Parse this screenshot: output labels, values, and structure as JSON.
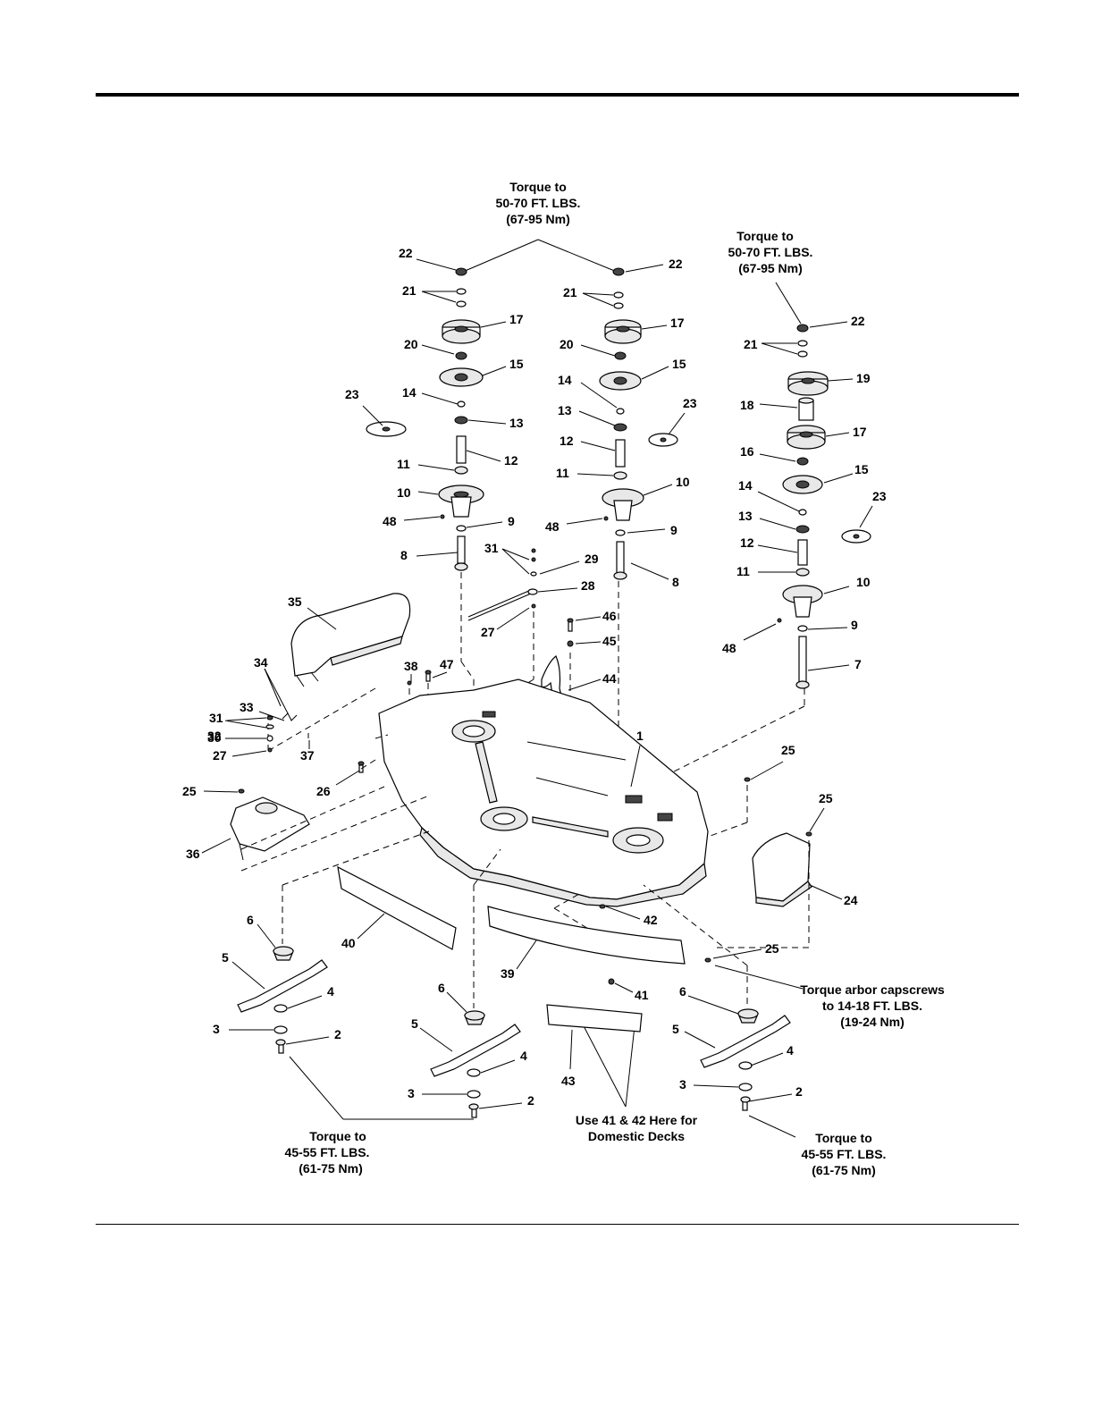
{
  "notes": {
    "torque_center_1": "Torque to",
    "torque_center_2": "50-70 FT. LBS.",
    "torque_center_3": "(67-95 Nm)",
    "torque_right_1": "Torque to",
    "torque_right_2": "50-70 FT. LBS.",
    "torque_right_3": "(67-95 Nm)",
    "arbor_1": "Torque arbor capscrews",
    "arbor_2": "to 14-18 FT. LBS.",
    "arbor_3": "(19-24 Nm)",
    "blade_left_1": "Torque to",
    "blade_left_2": "45-55 FT. LBS.",
    "blade_left_3": "(61-75 Nm)",
    "blade_right_1": "Torque to",
    "blade_right_2": "45-55 FT. LBS.",
    "blade_right_3": "(61-75 Nm)",
    "domestic_1": "Use 41 & 42 Here for",
    "domestic_2": "Domestic Decks"
  },
  "callouts": {
    "c22a": "22",
    "c21a": "21",
    "c17a": "17",
    "c20a": "20",
    "c15a": "15",
    "c14a": "14",
    "c13a": "13",
    "c23a": "23",
    "c12a": "12",
    "c11a": "11",
    "c10a": "10",
    "c48a": "48",
    "c9a": "9",
    "c8a": "8",
    "c22b": "22",
    "c21b": "21",
    "c17b": "17",
    "c20b": "20",
    "c15b": "15",
    "c14b": "14",
    "c13b": "13",
    "c23b": "23",
    "c12b": "12",
    "c11b": "11",
    "c10b": "10",
    "c48b": "48",
    "c9b": "9",
    "c8b": "8",
    "c22c": "22",
    "c21c": "21",
    "c19": "19",
    "c18": "18",
    "c17c": "17",
    "c16": "16",
    "c15c": "15",
    "c23c": "23",
    "c14c": "14",
    "c13c": "13",
    "c12c": "12",
    "c11c": "11",
    "c10c": "10",
    "c9c": "9",
    "c48c": "48",
    "c7": "7",
    "c31a": "31",
    "c29": "29",
    "c28": "28",
    "c27a": "27",
    "c35": "35",
    "c46": "46",
    "c45": "45",
    "c34": "34",
    "c47": "47",
    "c38": "38",
    "c44": "44",
    "c31b": "31",
    "c33": "33",
    "c32": "32",
    "c30": "30",
    "c27b": "27",
    "c37": "37",
    "c1": "1",
    "c25a": "25",
    "c26": "26",
    "c25b": "25",
    "c36": "36",
    "c25c": "25",
    "c24": "24",
    "c42": "42",
    "c40": "40",
    "c25d": "25",
    "c39": "39",
    "c41": "41",
    "c6a": "6",
    "c5a": "5",
    "c4a": "4",
    "c3a": "3",
    "c2a": "2",
    "c6b": "6",
    "c5b": "5",
    "c4b": "4",
    "c3b": "3",
    "c2b": "2",
    "c43": "43",
    "c6c": "6",
    "c5c": "5",
    "c4c": "4",
    "c3c": "3",
    "c2c": "2"
  }
}
